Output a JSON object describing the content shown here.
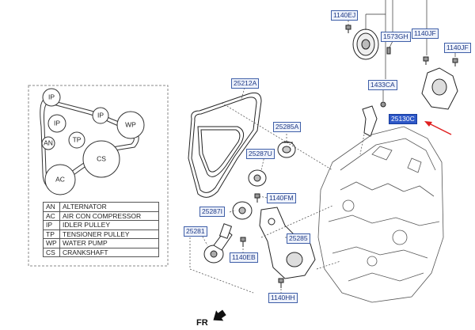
{
  "callouts": {
    "c1140ej": "1140EJ",
    "c1573gh": "1573GH",
    "c1140jf_a": "1140JF",
    "c1140jf_b": "1140JF",
    "c1433ca": "1433CA",
    "c25130c": "25130C",
    "c25212a": "25212A",
    "c25285a": "25285A",
    "c25287u": "25287U",
    "c1140fm": "1140FM",
    "c25287i": "25287I",
    "c25281": "25281",
    "c25285": "25285",
    "c1140eb": "1140EB",
    "c1140hh": "1140HH"
  },
  "pulleys": {
    "ip1": "IP",
    "ip2": "IP",
    "ip3": "IP",
    "wp": "WP",
    "an": "AN",
    "tp": "TP",
    "cs": "CS",
    "ac": "AC"
  },
  "legend": [
    {
      "code": "AN",
      "desc": "ALTERNATOR"
    },
    {
      "code": "AC",
      "desc": "AIR CON COMPRESSOR"
    },
    {
      "code": "IP",
      "desc": "IDLER PULLEY"
    },
    {
      "code": "TP",
      "desc": "TENSIONER PULLEY"
    },
    {
      "code": "WP",
      "desc": "WATER PUMP"
    },
    {
      "code": "CS",
      "desc": "CRANKSHAFT"
    }
  ],
  "direction_label": "FR",
  "colors": {
    "highlight": "#2e58c8",
    "pointer_arrow": "#e02020",
    "callout_border": "#3f5fa8"
  }
}
